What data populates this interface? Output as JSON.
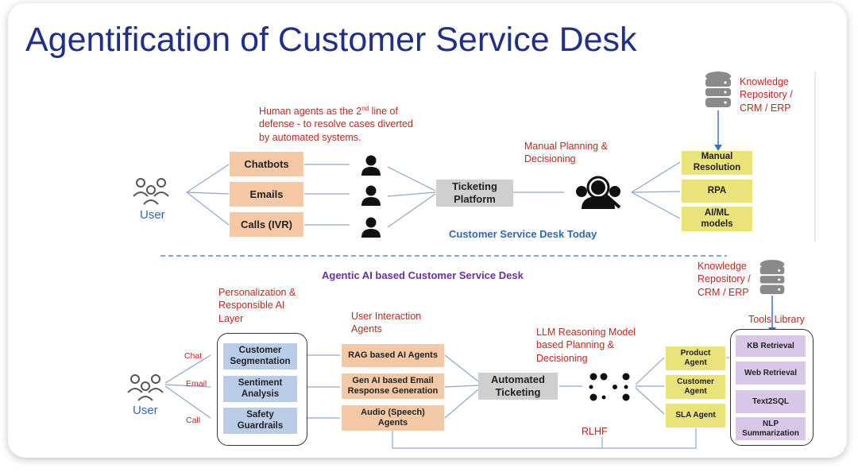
{
  "title": "Agentification of Customer Service Desk",
  "top": {
    "user_label": "User",
    "channels": [
      "Chatbots",
      "Emails",
      "Calls (IVR)"
    ],
    "human_note_line1_pre": "Human agents as the 2",
    "human_note_sup": "nd",
    "human_note_line1_post": " line of",
    "human_note_line2": "defense - to resolve cases diverted",
    "human_note_line3": "by automated systems.",
    "ticketing_line1": "Ticketing",
    "ticketing_line2": "Platform",
    "manual_line1": "Manual Planning &",
    "manual_line2": "Decisioning",
    "kb_line1": "Knowledge",
    "kb_line2": "Repository /",
    "kb_line3": "CRM / ERP",
    "resolutions": [
      {
        "line1": "Manual",
        "line2": "Resolution"
      },
      {
        "line1": "RPA",
        "line2": ""
      },
      {
        "line1": "AI/ML",
        "line2": "models"
      }
    ],
    "caption": "Customer Service Desk Today"
  },
  "bottom": {
    "heading": "Agentic AI based Customer Service Desk",
    "user_label": "User",
    "channel_labels": [
      "Chat",
      "Email",
      "Call"
    ],
    "personal_line1": "Personalization &",
    "personal_line2": "Responsible AI",
    "personal_line3": "Layer",
    "layer_boxes": [
      {
        "line1": "Customer",
        "line2": "Segmentation"
      },
      {
        "line1": "Sentiment",
        "line2": "Analysis"
      },
      {
        "line1": "Safety",
        "line2": "Guardrails"
      }
    ],
    "uia_line1": "User Interaction",
    "uia_line2": "Agents",
    "agents": [
      {
        "line1": "RAG based AI Agents",
        "line2": ""
      },
      {
        "line1": "Gen AI based Email",
        "line2": "Response Generation"
      },
      {
        "line1": "Audio (Speech)",
        "line2": "Agents"
      }
    ],
    "auto_line1": "Automated",
    "auto_line2": "Ticketing",
    "llm_line1": "LLM  Reasoning Model",
    "llm_line2": "based Planning &",
    "llm_line3": "Decisioning",
    "action_agents": [
      {
        "line1": "Product",
        "line2": "Agent"
      },
      {
        "line1": "Customer",
        "line2": "Agent"
      },
      {
        "line1": "SLA Agent",
        "line2": ""
      }
    ],
    "kb_line1": "Knowledge",
    "kb_line2": "Repository /",
    "kb_line3": "CRM / ERP",
    "tools_label": "Tools Library",
    "tools": [
      {
        "line1": "KB Retrieval",
        "line2": ""
      },
      {
        "line1": "Web Retrieval",
        "line2": ""
      },
      {
        "line1": "Text2SQL",
        "line2": ""
      },
      {
        "line1": "NLP",
        "line2": "Summarization"
      }
    ],
    "rlhf": "RLHF"
  },
  "colors": {
    "title": "#1f2f8a",
    "red_text": "#c0281e",
    "blue_caption": "#2f67b8",
    "purple_heading": "#6a2fa0",
    "peach": "#f6c9a6",
    "yellow": "#e9e37a",
    "lavender": "#d8c7e6",
    "light_blue": "#b9cde8",
    "line": "#8ea6cc"
  },
  "icons": [
    "users-group-icon",
    "person-icon",
    "support-agent-search-icon",
    "database-icon",
    "network-dots-icon"
  ]
}
